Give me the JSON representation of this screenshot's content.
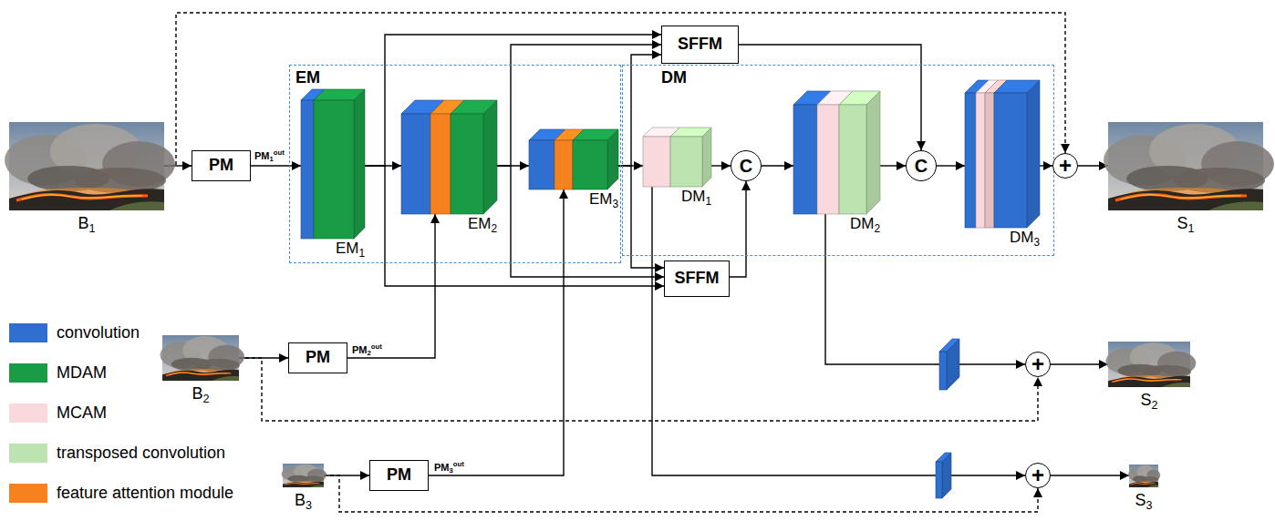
{
  "diagram": {
    "nodes": [
      {
        "text": [
          "B1"
        ]
      },
      {
        "text": [
          "PM"
        ]
      },
      {
        "text": [
          "EM"
        ]
      },
      {
        "text": [
          "EM1"
        ],
        "in": 2
      },
      {
        "text": [
          "EM2"
        ],
        "in": 2
      },
      {
        "text": [
          "EM3"
        ],
        "in": 2
      },
      {
        "text": [
          "SFFM"
        ]
      },
      {
        "text": [
          "DM"
        ]
      },
      {
        "text": [
          "DM1"
        ],
        "in": 7
      },
      {
        "text": [
          "C"
        ],
        "in": 7
      },
      {
        "text": [
          "DM2"
        ],
        "in": 7
      },
      {
        "text": [
          "C"
        ],
        "in": 7
      },
      {
        "text": [
          "DM3"
        ],
        "in": 7
      },
      {
        "text": [
          "SFFM"
        ]
      },
      {
        "text": [
          "+"
        ]
      },
      {
        "text": [
          "S1"
        ]
      },
      {
        "text": [
          "B2"
        ]
      },
      {
        "text": [
          "PM"
        ]
      },
      {
        "text": [
          "+"
        ]
      },
      {
        "text": [
          "S2"
        ]
      },
      {
        "text": [
          "B3"
        ]
      },
      {
        "text": [
          "PM"
        ]
      },
      {
        "text": [
          "+"
        ]
      },
      {
        "text": [
          "S3"
        ]
      }
    ],
    "edges": [
      {
        "from": 0,
        "to": 1,
        "arrow": "to"
      },
      {
        "from": 0,
        "to": 14,
        "arrow": "to"
      },
      {
        "from": 1,
        "to": 3,
        "arrow": "to"
      },
      {
        "from": 3,
        "to": 4,
        "arrow": "to"
      },
      {
        "from": 4,
        "to": 5,
        "arrow": "to"
      },
      {
        "from": 5,
        "to": 8,
        "arrow": "to"
      },
      {
        "from": 3,
        "to": 6,
        "arrow": "to"
      },
      {
        "from": 4,
        "to": 6,
        "arrow": "to"
      },
      {
        "from": 5,
        "to": 6,
        "arrow": "to"
      },
      {
        "from": 3,
        "to": 13,
        "arrow": "to"
      },
      {
        "from": 4,
        "to": 13,
        "arrow": "to"
      },
      {
        "from": 5,
        "to": 13,
        "arrow": "to"
      },
      {
        "from": 8,
        "to": 9,
        "arrow": "to"
      },
      {
        "from": 13,
        "to": 9,
        "arrow": "to"
      },
      {
        "from": 9,
        "to": 10,
        "arrow": "to"
      },
      {
        "from": 10,
        "to": 11,
        "arrow": "to"
      },
      {
        "from": 6,
        "to": 11,
        "arrow": "to"
      },
      {
        "from": 11,
        "to": 12,
        "arrow": "to"
      },
      {
        "from": 12,
        "to": 14,
        "arrow": "to"
      },
      {
        "from": 14,
        "to": 15,
        "arrow": "to"
      },
      {
        "from": 16,
        "to": 17,
        "arrow": "to"
      },
      {
        "from": 16,
        "to": 18,
        "arrow": "to"
      },
      {
        "from": 17,
        "to": 4,
        "arrow": "to"
      },
      {
        "from": 10,
        "to": 18,
        "arrow": "to"
      },
      {
        "from": 18,
        "to": 19,
        "arrow": "to"
      },
      {
        "from": 20,
        "to": 21,
        "arrow": "to"
      },
      {
        "from": 20,
        "to": 22,
        "arrow": "to"
      },
      {
        "from": 21,
        "to": 5,
        "arrow": "to"
      },
      {
        "from": 8,
        "to": 22,
        "arrow": "to"
      },
      {
        "from": 22,
        "to": 23,
        "arrow": "to"
      }
    ],
    "labels": [
      "PM1out",
      "PM2out",
      "PM3out"
    ],
    "legend": [
      {
        "text": "convolution",
        "color": "#2e6fd0"
      },
      {
        "text": "MDAM",
        "color": "#1a9c47"
      },
      {
        "text": "MCAM",
        "color": "#fad9de"
      },
      {
        "text": "transposed convolution",
        "color": "#bde4b0"
      },
      {
        "text": "feature attention module",
        "color": "#f5821f"
      }
    ]
  }
}
